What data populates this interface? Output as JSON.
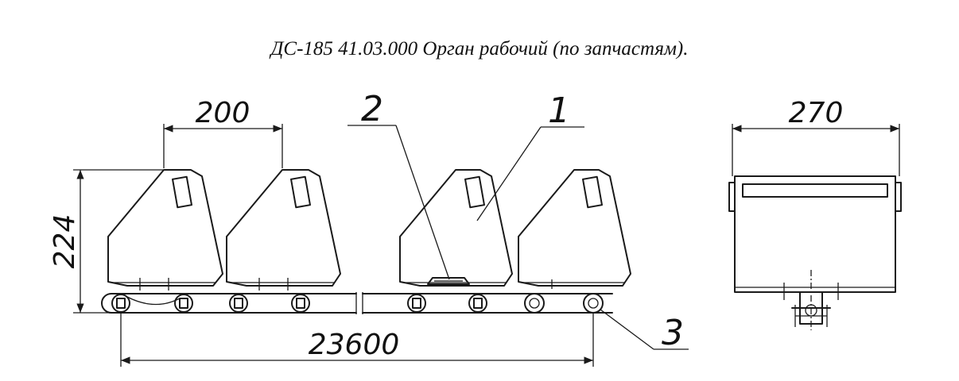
{
  "title": "ДС-185 41.03.000  Орган рабочий  (по запчастям).",
  "dimensions": {
    "pitch": "200",
    "height": "224",
    "length": "23600",
    "width": "270"
  },
  "callouts": {
    "bucket": "1",
    "bracket": "2",
    "chain": "3"
  }
}
